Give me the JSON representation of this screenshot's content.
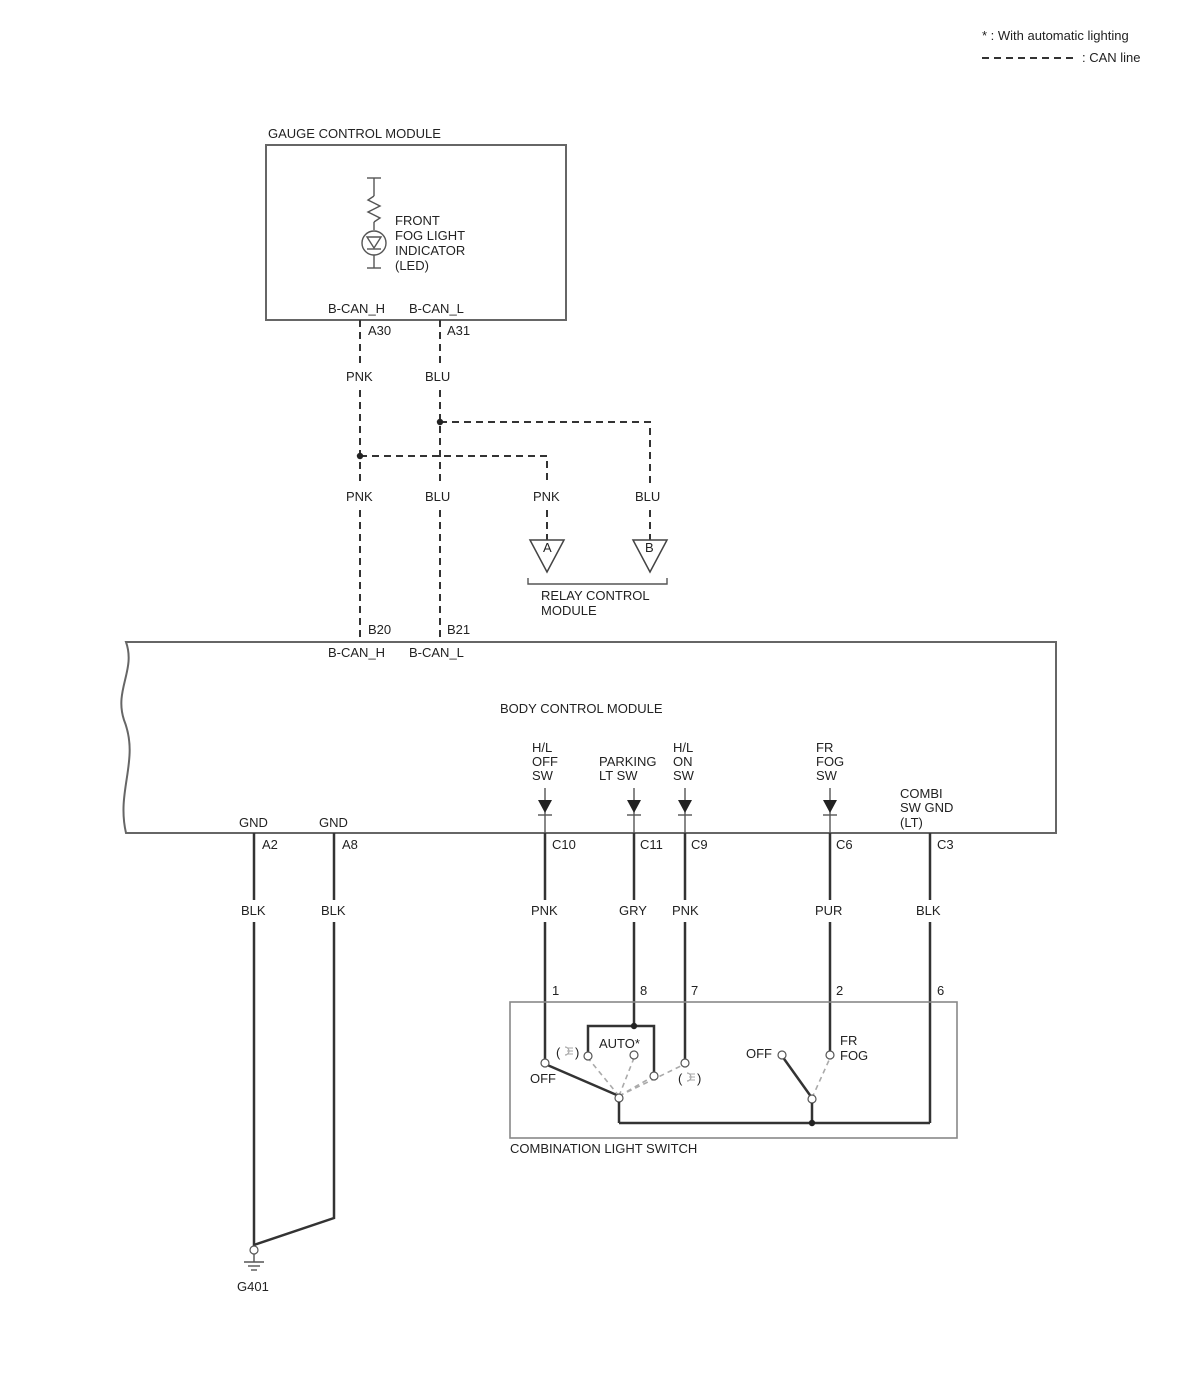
{
  "legend": {
    "automatic": "* : With automatic lighting",
    "can_line": ": CAN line"
  },
  "gauge_module": {
    "title": "GAUGE CONTROL MODULE",
    "indicator": [
      "FRONT",
      "FOG LIGHT",
      "INDICATOR",
      "(LED)"
    ],
    "pin_h_label": "B-CAN_H",
    "pin_l_label": "B-CAN_L",
    "pin_h": "A30",
    "pin_l": "A31"
  },
  "can_wires": {
    "upper_h": "PNK",
    "upper_l": "BLU",
    "lower_h": "PNK",
    "lower_l": "BLU",
    "relay_h": "PNK",
    "relay_l": "BLU"
  },
  "relay_module": {
    "conn_a": "A",
    "conn_b": "B",
    "title": [
      "RELAY CONTROL",
      "MODULE"
    ]
  },
  "body_module": {
    "title": "BODY CONTROL MODULE",
    "pin_h": "B20",
    "pin_l": "B21",
    "pin_h_label": "B-CAN_H",
    "pin_l_label": "B-CAN_L",
    "gnd1_label": "GND",
    "gnd2_label": "GND",
    "hl_off_sw": [
      "H/L",
      "OFF",
      "SW"
    ],
    "parking_sw": [
      "PARKING",
      "LT SW"
    ],
    "hl_on_sw": [
      "H/L",
      "ON",
      "SW"
    ],
    "fr_fog_sw": [
      "FR",
      "FOG",
      "SW"
    ],
    "combi_gnd": [
      "COMBI",
      "SW GND",
      "(LT)"
    ]
  },
  "pins": [
    "A2",
    "A8",
    "C10",
    "C11",
    "C9",
    "C6",
    "C3"
  ],
  "wire_colors": [
    "BLK",
    "BLK",
    "PNK",
    "GRY",
    "PNK",
    "PUR",
    "BLK"
  ],
  "switch_terminals": [
    "1",
    "8",
    "7",
    "2",
    "6"
  ],
  "combination_switch": {
    "title": "COMBINATION LIGHT SWITCH",
    "auto": "AUTO*",
    "off": "OFF",
    "paren_open": "(",
    "paren_close": ")",
    "fog_off": "OFF",
    "fr_fog": [
      "FR",
      "FOG"
    ]
  },
  "ground": "G401"
}
